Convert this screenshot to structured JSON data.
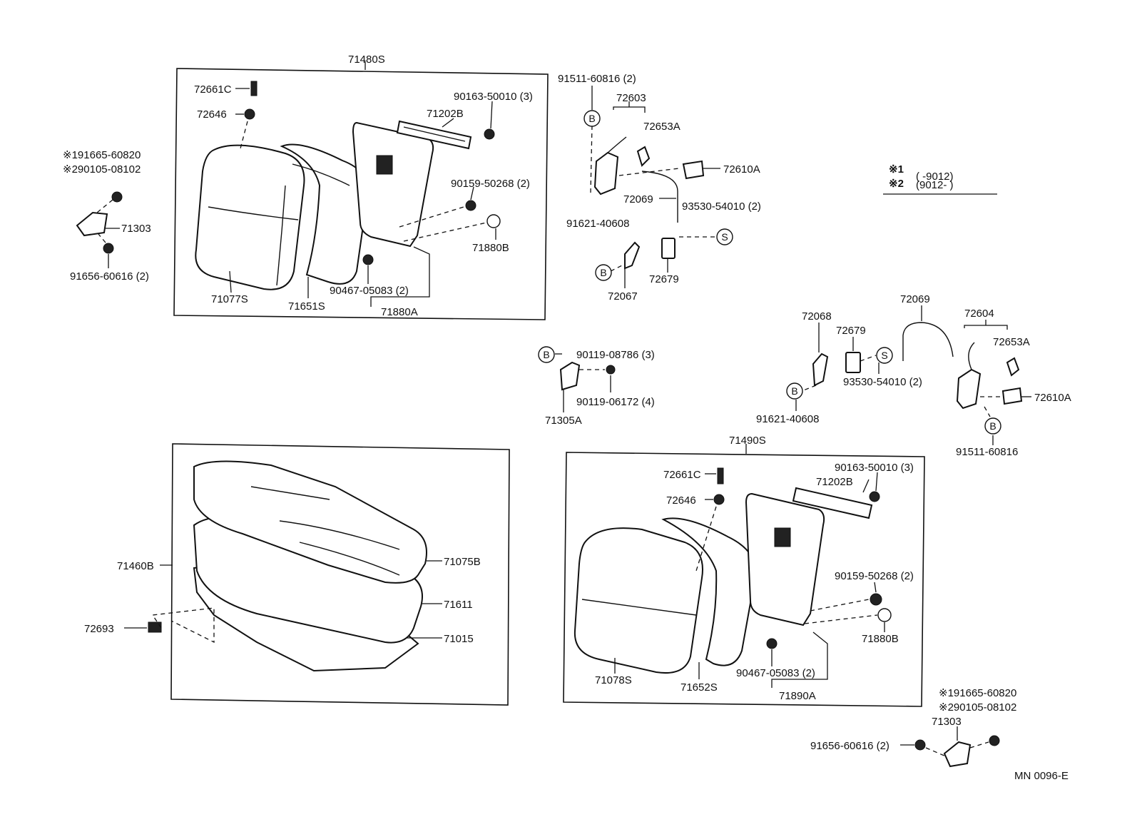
{
  "labels": {
    "p71480S": "71480S",
    "p72661C_a": "72661C",
    "p72646_a": "72646",
    "p71202B_a": "71202B",
    "p90163_a": "90163-50010 (3)",
    "p90159_a": "90159-50268 (2)",
    "p71880B_a": "71880B",
    "p90467_a": "90467-05083 (2)",
    "p71880A": "71880A",
    "p71077S": "71077S",
    "p71651S": "71651S",
    "p91665_a": "※191665-60820",
    "p90105_a": "※290105-08102",
    "p71303_a": "71303",
    "p91656_a": "91656-60616 (2)",
    "p91511_a": "91511-60816 (2)",
    "p72603": "72603",
    "p72653A_a": "72653A",
    "p72610A_a": "72610A",
    "p72069_a": "72069",
    "p93530_a": "93530-54010 (2)",
    "p91621_a": "91621-40608",
    "p72679_a": "72679",
    "p72067": "72067",
    "p90119_08786": "90119-08786 (3)",
    "p90119_06172": "90119-06172 (4)",
    "p71305A": "71305A",
    "p72068": "72068",
    "p72679_b": "72679",
    "p93530_b": "93530-54010 (2)",
    "p91621_b": "91621-40608",
    "p72069_b": "72069",
    "p72604": "72604",
    "p72653A_b": "72653A",
    "p72610A_b": "72610A",
    "p91511_b": "91511-60816",
    "p71460B": "71460B",
    "p71075B": "71075B",
    "p71611": "71611",
    "p71015": "71015",
    "p72693": "72693",
    "p71490S": "71490S",
    "p72661C_b": "72661C",
    "p72646_b": "72646",
    "p90163_b": "90163-50010 (3)",
    "p71202B_b": "71202B",
    "p90159_b": "90159-50268 (2)",
    "p71880B_b": "71880B",
    "p90467_b": "90467-05083 (2)",
    "p71890A": "71890A",
    "p71078S": "71078S",
    "p71652S": "71652S",
    "p91665_b": "※191665-60820",
    "p90105_b": "※290105-08102",
    "p71303_b": "71303",
    "p91656_b": "91656-60616 (2)",
    "code": "MN 0096-E"
  },
  "legend": {
    "row1_mark": "※1",
    "row1_range": "(      -9012)",
    "row2_mark": "※2",
    "row2_range": "(9012-      )"
  },
  "markers": {
    "b": "B",
    "s": "S"
  }
}
